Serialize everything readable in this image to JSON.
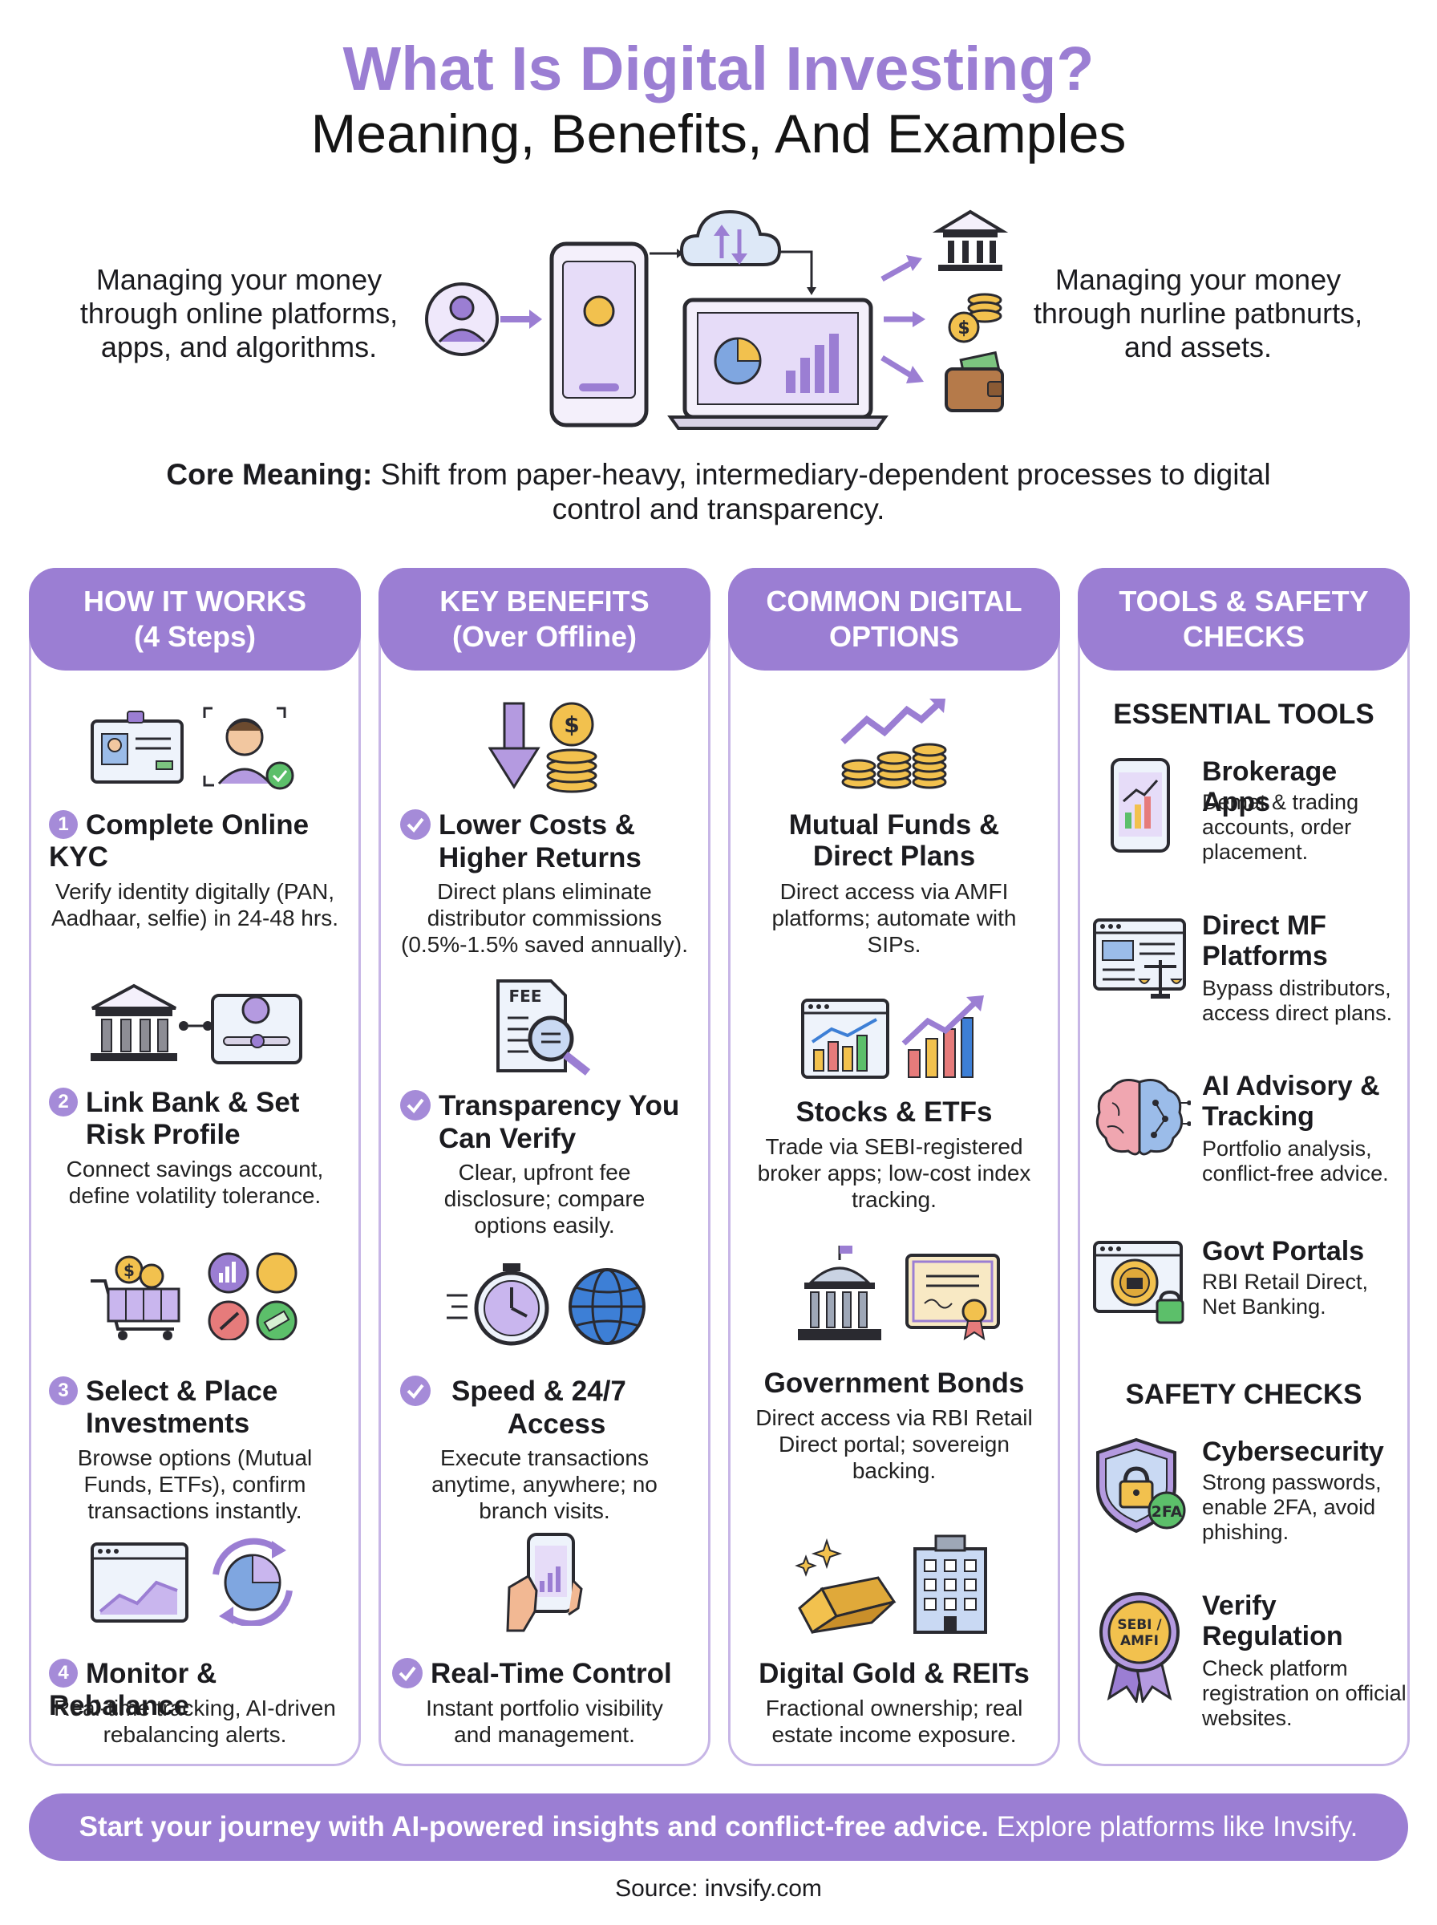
{
  "header": {
    "title": "What Is Digital Investing?",
    "subtitle": "Meaning, Benefits, And Examples"
  },
  "hero": {
    "left_text": "Managing your money through online platforms, apps, and algorithms.",
    "right_text": "Managing your money through nurline patbnurts, and assets."
  },
  "core": {
    "label": "Core Meaning:",
    "text": " Shift from paper-heavy, intermediary-dependent processes to digital control and transparency."
  },
  "columns": {
    "how": {
      "header_line1": "HOW IT WORKS",
      "header_line2": "(4 Steps)",
      "items": [
        {
          "num": "1",
          "title_line1": "Complete Online",
          "title_line2": "KYC",
          "desc": "Verify identity digitally (PAN, Aadhaar, selfie) in 24-48 hrs."
        },
        {
          "num": "2",
          "title_line1": "Link Bank & Set",
          "title_line2": "Risk Profile",
          "desc": "Connect savings account, define volatility tolerance."
        },
        {
          "num": "3",
          "title_line1": "Select & Place",
          "title_line2": "Investments",
          "desc": "Browse options (Mutual Funds, ETFs), confirm transactions instantly."
        },
        {
          "num": "4",
          "title_line1": "Monitor & Rebalance",
          "title_line2": "",
          "desc": "Real-time tracking, AI-driven rebalancing alerts."
        }
      ]
    },
    "benefits": {
      "header_line1": "KEY BENEFITS",
      "header_line2": "(Over Offline)",
      "fee_label": "FEE",
      "items": [
        {
          "title_line1": "Lower Costs &",
          "title_line2": "Higher Returns",
          "desc": "Direct plans eliminate distributor commissions (0.5%-1.5% saved annually)."
        },
        {
          "title_line1": "Transparency You",
          "title_line2": "Can Verify",
          "desc": "Clear, upfront fee disclosure; compare options easily."
        },
        {
          "title_line1": "Speed & 24/7",
          "title_line2": "Access",
          "desc": "Execute transactions anytime, anywhere; no branch visits."
        },
        {
          "title_line1": "Real-Time Control",
          "title_line2": "",
          "desc": "Instant portfolio visibility and management."
        }
      ]
    },
    "options": {
      "header_line1": "COMMON DIGITAL",
      "header_line2": "OPTIONS",
      "items": [
        {
          "title_line1": "Mutual Funds &",
          "title_line2": "Direct Plans",
          "desc": "Direct access via AMFI platforms; automate with SIPs."
        },
        {
          "title_line1": "Stocks & ETFs",
          "title_line2": "",
          "desc": "Trade via SEBI-registered broker apps; low-cost index tracking."
        },
        {
          "title_line1": "Government Bonds",
          "title_line2": "",
          "desc": "Direct access via RBI Retail Direct portal; sovereign backing."
        },
        {
          "title_line1": "Digital Gold & REITs",
          "title_line2": "",
          "desc": "Fractional ownership; real estate income exposure."
        }
      ]
    },
    "tools": {
      "header_line1": "TOOLS & SAFETY",
      "header_line2": "CHECKS",
      "essential_label": "ESSENTIAL TOOLS",
      "safety_label": "SAFETY CHECKS",
      "twofa_label": "2FA",
      "sebi_line1": "SEBI /",
      "sebi_line2": "AMFI",
      "essential": [
        {
          "title_line1": "Brokerage Apps",
          "title_line2": "",
          "desc": "Demat & trading accounts, order placement."
        },
        {
          "title_line1": "Direct MF",
          "title_line2": "Platforms",
          "desc": "Bypass distributors, access direct plans."
        },
        {
          "title_line1": "AI Advisory &",
          "title_line2": "Tracking",
          "desc": "Portfolio analysis, conflict-free advice."
        },
        {
          "title_line1": "Govt Portals",
          "title_line2": "",
          "desc": "RBI Retail Direct, Net Banking."
        }
      ],
      "safety": [
        {
          "title_line1": "Cybersecurity",
          "title_line2": "",
          "desc": "Strong passwords, enable 2FA, avoid phishing."
        },
        {
          "title_line1": "Verify",
          "title_line2": "Regulation",
          "desc": "Check platform registration on official websites."
        }
      ]
    }
  },
  "footer": {
    "bold": "Start your journey with AI-powered insights and conflict-free advice.",
    "rest": " Explore platforms like Invsify.",
    "source": "Source: invsify.com"
  },
  "colors": {
    "accent": "#9b7ed3",
    "border": "#c7b6e6",
    "gold": "#f2c14e",
    "blue": "#3d7fd6"
  }
}
